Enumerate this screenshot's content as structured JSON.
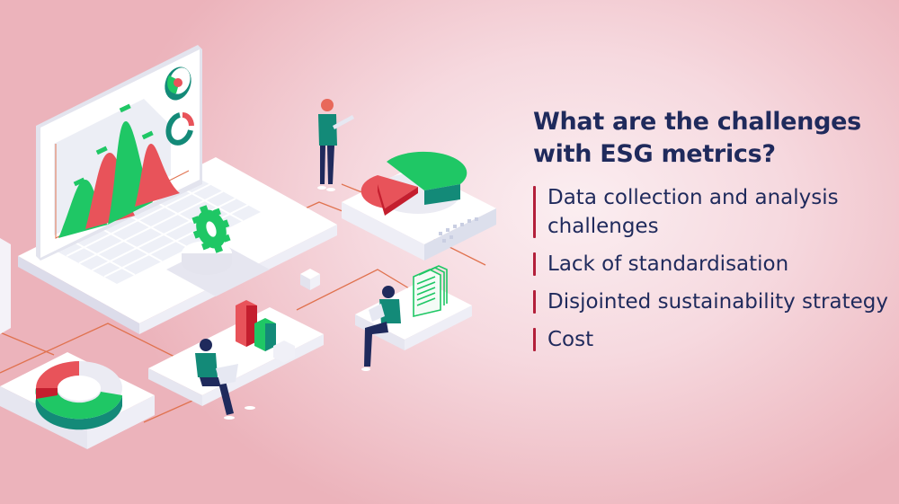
{
  "heading": {
    "title": "What are the challenges with ESG metrics?"
  },
  "challenges": [
    {
      "label": "Data collection and analysis challenges"
    },
    {
      "label": "Lack of standardisation"
    },
    {
      "label": "Disjointed sustainability strategy"
    },
    {
      "label": "Cost"
    }
  ],
  "colors": {
    "heading": "#1f2a5c",
    "accent_bar": "#b31f3a",
    "green": "#1fc765",
    "red": "#e8535a",
    "teal": "#138a78",
    "background_light": "#fbeef1",
    "background_dark": "#ecb3bb"
  },
  "illustration": {
    "icons": [
      "laptop-dashboard-icon",
      "area-chart-icon",
      "pie-chart-icon",
      "donut-chart-icon",
      "gear-icon",
      "bar-chart-icon",
      "document-stack-icon",
      "person-standing-tablet",
      "person-sitting-laptop",
      "person-sitting-tablet"
    ]
  }
}
